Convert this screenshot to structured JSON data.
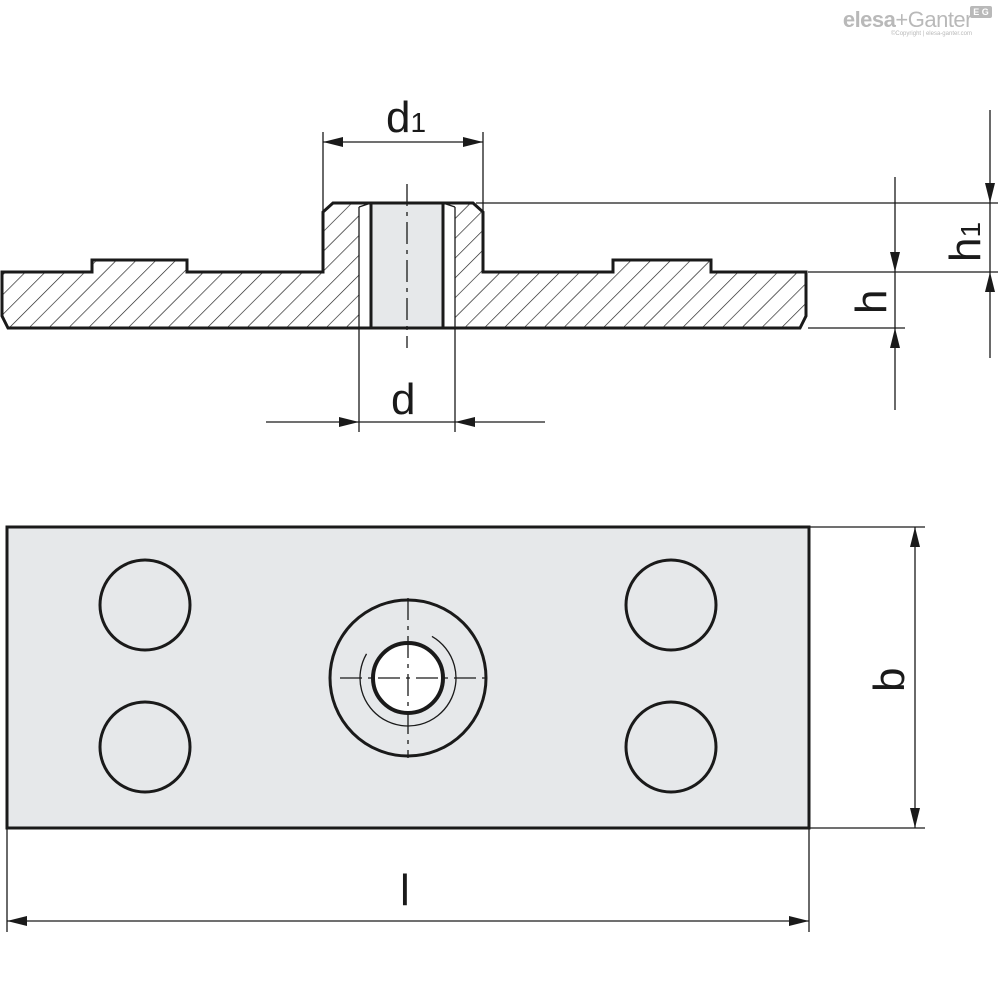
{
  "logo": {
    "brand_part1": "elesa",
    "brand_part2": "+Ganter",
    "badge": "E G",
    "copyright": "©Copyright | elesa-ganter.com"
  },
  "section_view": {
    "labels": {
      "d1": "d",
      "d1_sub": "1",
      "d": "d",
      "h": "h",
      "h1": "h",
      "h1_sub": "1"
    }
  },
  "plan_view": {
    "labels": {
      "b": "b",
      "l": "l"
    }
  },
  "colors": {
    "line": "#1a1a1a",
    "face_fill": "#e6e8ea",
    "hole_fill": "#ffffff",
    "brand_gray": "#b9b9b9"
  },
  "icons": {
    "arrowhead": "dimension-arrow-icon"
  }
}
